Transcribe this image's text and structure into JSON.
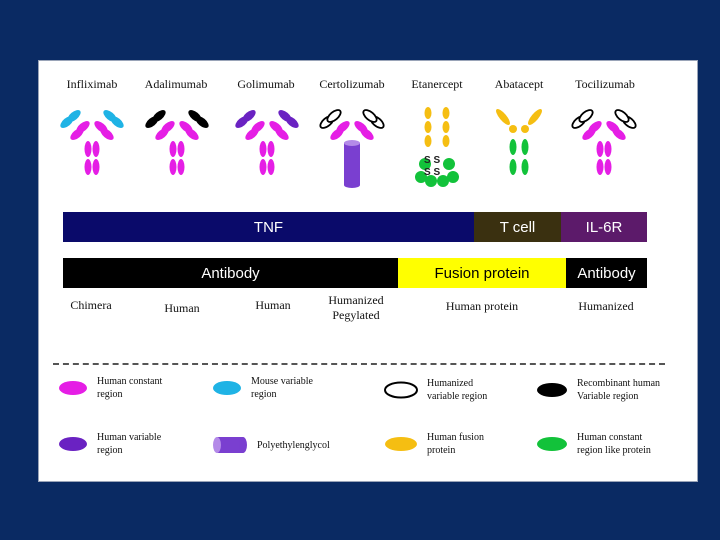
{
  "drugs": [
    {
      "name": "Infliximab"
    },
    {
      "name": "Adalimumab"
    },
    {
      "name": "Golimumab"
    },
    {
      "name": "Certolizumab"
    },
    {
      "name": "Etanercept"
    },
    {
      "name": "Abatacept"
    },
    {
      "name": "Tocilizumab"
    }
  ],
  "target_bar": {
    "tnf": "TNF",
    "tcell": "T cell",
    "il6r": "IL-6R"
  },
  "class_bar": {
    "antibody_1": "Antibody",
    "fusion": "Fusion protein",
    "antibody_2": "Antibody"
  },
  "types": {
    "chimera": "Chimera",
    "human_1": "Human",
    "human_2": "Human",
    "humanized_peg": "Humanized\nPegylated",
    "human_protein": "Human protein",
    "humanized": "Humanized"
  },
  "legend": {
    "human_constant": "Human  constant\nregion",
    "mouse_variable": "Mouse  variable\nregion",
    "humanized_variable": "Humanized\nvariable region",
    "recombinant_human": "Recombinant human\nVariable region",
    "human_variable": "Human variable\nregion",
    "peg": "Polyethylenglycol",
    "human_fusion": "Human fusion\nprotein",
    "human_constant_like": "Human constant\nregion like protein"
  },
  "ss_label": "S S",
  "colors": {
    "background": "#0a2a63",
    "magenta": "#e51ee5",
    "cyan": "#1fb3e5",
    "black": "#000000",
    "purple": "#6a22c2",
    "yellow": "#f5be12",
    "green": "#12c23a",
    "navy": "#0a0a6a",
    "olive": "#3a3010",
    "violet": "#5c1a6a",
    "fusion_yellow": "#ffff00"
  }
}
